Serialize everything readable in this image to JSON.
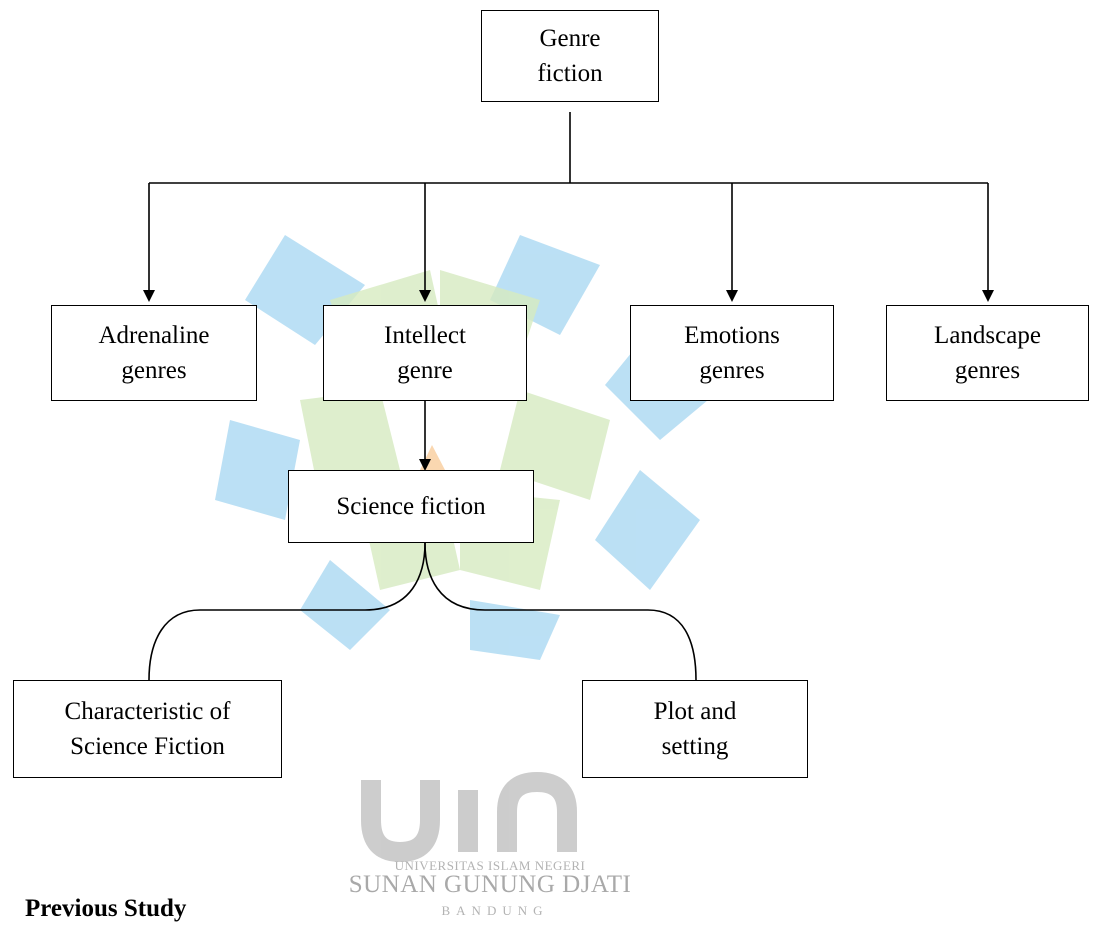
{
  "nodes": {
    "root": "Genre fiction",
    "adrenaline": "Adrenaline genres",
    "intellect": "Intellect genre",
    "emotions": "Emotions genres",
    "landscape": "Landscape genres",
    "science_fiction": "Science fiction",
    "characteristic": "Characteristic of Science Fiction",
    "plot_setting": "Plot and setting"
  },
  "watermark": {
    "logo_text": "uin",
    "line1": "UNIVERSITAS ISLAM NEGERI",
    "line2": "SUNAN GUNUNG DJATI",
    "line3": "BANDUNG",
    "colors": {
      "blue": "#5bb4e5",
      "green": "#b5d98c",
      "orange": "#f3a24b",
      "gray": "#9b9b9b"
    }
  },
  "section": {
    "number": "",
    "title": "Previous Study"
  }
}
